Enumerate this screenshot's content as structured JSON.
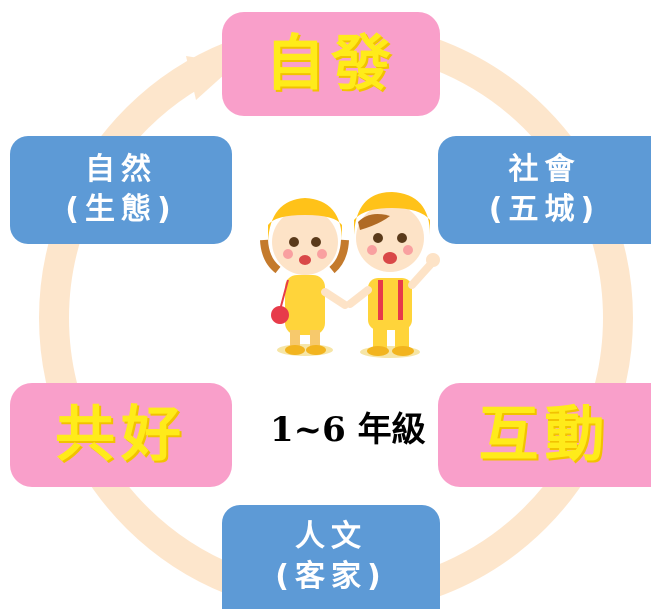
{
  "nodes": {
    "top": {
      "label": "自發"
    },
    "upper_right": {
      "line1": "社會",
      "line2": "(五城)"
    },
    "lower_right": {
      "label": "互動"
    },
    "bottom": {
      "line1": "人文",
      "line2": "(客家)"
    },
    "lower_left": {
      "label": "共好"
    },
    "upper_left": {
      "line1": "自然",
      "line2": "(生態)"
    }
  },
  "center_label": "1~6 年級",
  "colors": {
    "pink_box": "#f99fca",
    "blue_box": "#5d9ad6",
    "pink_text": "#ffeb1a",
    "blue_text": "#ffffff",
    "ring": "#fde6cc"
  },
  "illustration": "two-cartoon-children-yellow-hats"
}
